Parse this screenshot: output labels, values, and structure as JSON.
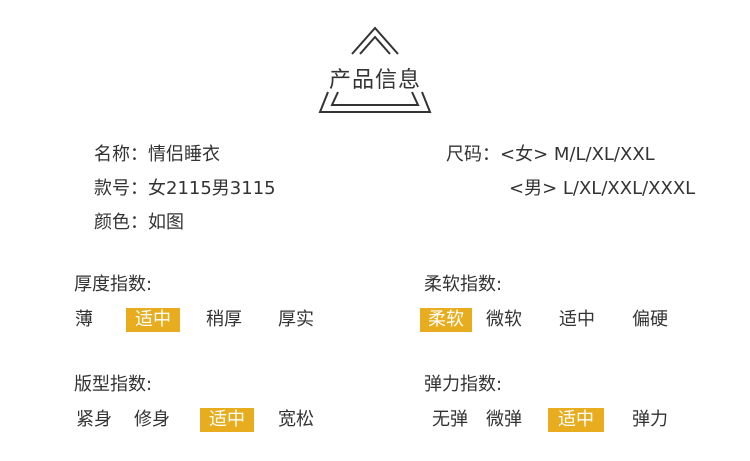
{
  "header": {
    "title": "产品信息"
  },
  "product": {
    "name_label": "名称：",
    "name_value": "情侣睡衣",
    "code_label": "款号：",
    "code_value": "女2115男3115",
    "color_label": "颜色：",
    "color_value": "如图",
    "size_label": "尺码：",
    "size_female": "<女> M/L/XL/XXL",
    "size_male": "<男> L/XL/XXL/XXXL"
  },
  "indices": {
    "thickness": {
      "title": "厚度指数:",
      "options": [
        "薄",
        "适中",
        "稍厚",
        "厚实"
      ],
      "selected": 1
    },
    "softness": {
      "title": "柔软指数:",
      "options": [
        "柔软",
        "微软",
        "适中",
        "偏硬"
      ],
      "selected": 0
    },
    "fit": {
      "title": "版型指数:",
      "options": [
        "紧身",
        "修身",
        "适中",
        "宽松"
      ],
      "selected": 2
    },
    "elasticity": {
      "title": "弹力指数:",
      "options": [
        "无弹",
        "微弹",
        "适中",
        "弹力"
      ],
      "selected": 2
    }
  },
  "colors": {
    "accent": "#e8ad1e",
    "text": "#333333"
  }
}
